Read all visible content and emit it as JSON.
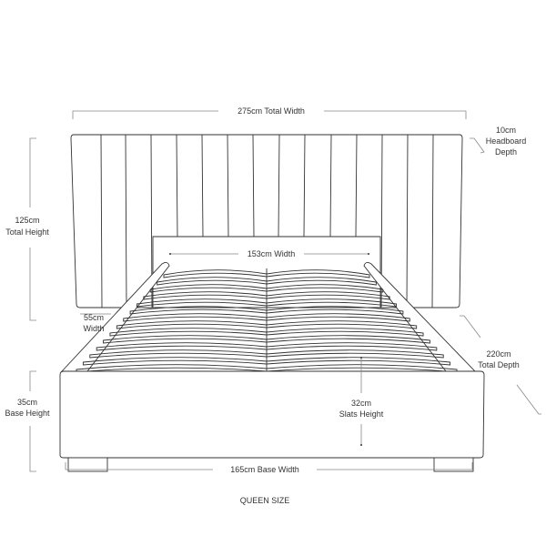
{
  "labels": {
    "total_width": "275cm Total Width",
    "headboard_depth": [
      "10cm",
      "Headboard",
      "Depth"
    ],
    "total_height": [
      "125cm",
      "Total Height"
    ],
    "inner_width": "153cm Width",
    "wing_width": [
      "55cm",
      "Width"
    ],
    "total_depth": [
      "220cm",
      "Total Depth"
    ],
    "base_height": [
      "35cm",
      "Base Height"
    ],
    "slats_height": [
      "32cm",
      "Slats Height"
    ],
    "base_width": "165cm Base Width",
    "size": "QUEEN SIZE"
  },
  "slat_count": 14
}
